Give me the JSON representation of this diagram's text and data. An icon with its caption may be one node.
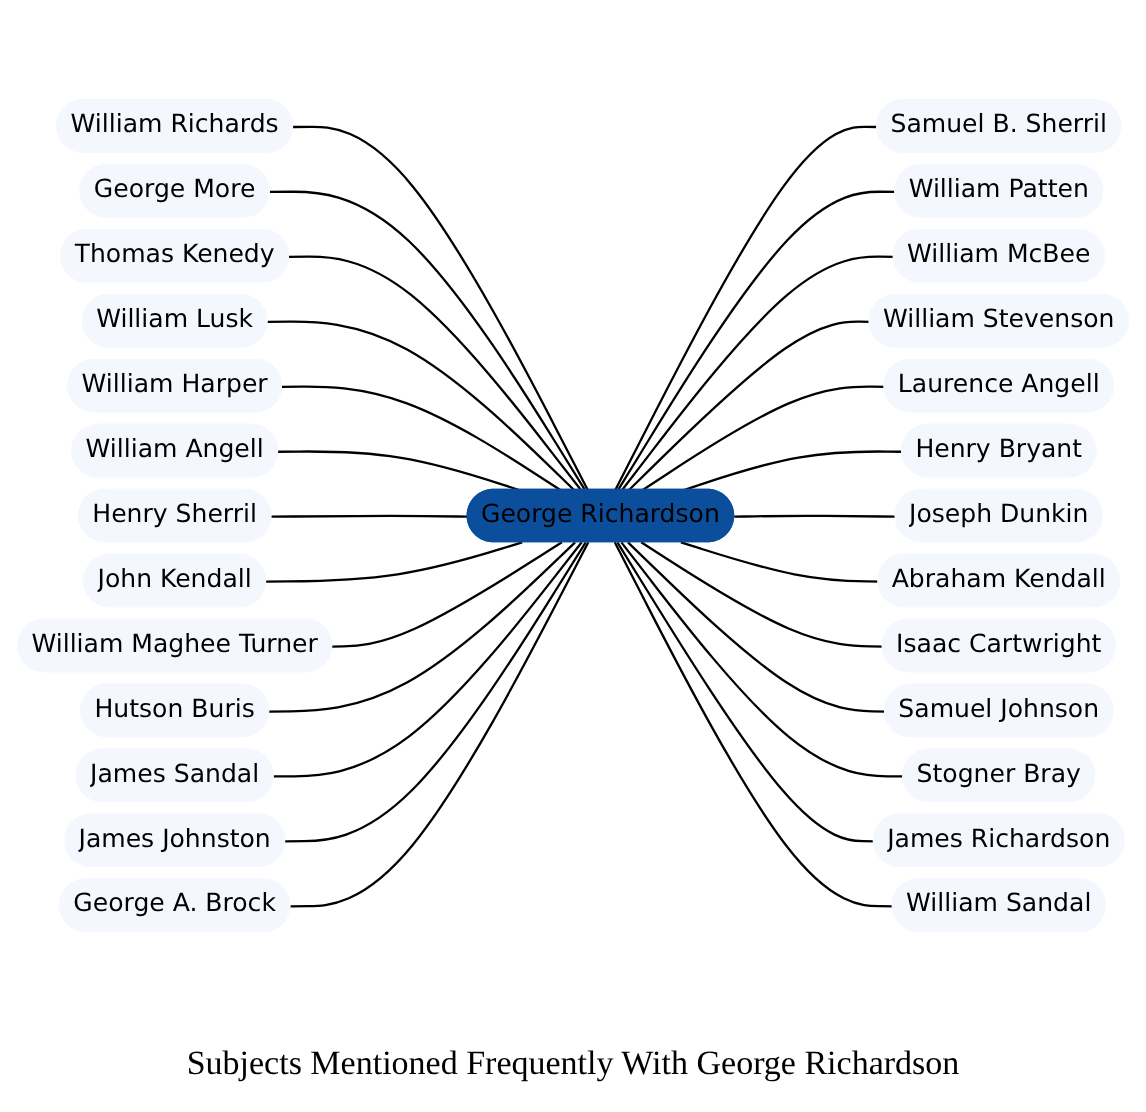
{
  "diagram": {
    "title": "Subjects Mentioned Frequently With George Richardson",
    "nodes": [
      {
        "text": [
          "William Richards"
        ]
      },
      {
        "text": [
          "Samuel B. Sherril"
        ]
      },
      {
        "text": [
          "George More"
        ]
      },
      {
        "text": [
          "William Patten"
        ]
      },
      {
        "text": [
          "Thomas Kenedy"
        ]
      },
      {
        "text": [
          "William McBee"
        ]
      },
      {
        "text": [
          "William Stevenson"
        ]
      },
      {
        "text": [
          "William Lusk"
        ]
      },
      {
        "text": [
          "William Harper"
        ]
      },
      {
        "text": [
          "Laurence Angell"
        ]
      },
      {
        "text": [
          "William Angell"
        ]
      },
      {
        "text": [
          "Henry Bryant"
        ]
      },
      {
        "text": [
          "Henry Sherril"
        ]
      },
      {
        "text": [
          "George Richardson"
        ]
      },
      {
        "text": [
          "Joseph Dunkin"
        ]
      },
      {
        "text": [
          "John Kendall"
        ]
      },
      {
        "text": [
          "Abraham Kendall"
        ]
      },
      {
        "text": [
          "William Maghee Turner"
        ]
      },
      {
        "text": [
          "Isaac Cartwright"
        ]
      },
      {
        "text": [
          "Samuel Johnson"
        ]
      },
      {
        "text": [
          "Hutson Buris"
        ]
      },
      {
        "text": [
          "James Sandal"
        ]
      },
      {
        "text": [
          "James Johnston"
        ]
      },
      {
        "text": [
          "Stogner Bray"
        ]
      },
      {
        "text": [
          "James Richardson"
        ]
      },
      {
        "text": [
          "George A. Brock"
        ]
      },
      {
        "text": [
          "William Sandal"
        ]
      }
    ],
    "edges": [
      {
        "from": 0,
        "to": 13,
        "arrow": "none"
      },
      {
        "from": 13,
        "to": 1,
        "arrow": "none"
      },
      {
        "from": 2,
        "to": 13,
        "arrow": "none"
      },
      {
        "from": 13,
        "to": 3,
        "arrow": "none"
      },
      {
        "from": 4,
        "to": 13,
        "arrow": "none"
      },
      {
        "from": 13,
        "to": 5,
        "arrow": "none"
      },
      {
        "from": 13,
        "to": 6,
        "arrow": "none"
      },
      {
        "from": 7,
        "to": 13,
        "arrow": "none"
      },
      {
        "from": 8,
        "to": 13,
        "arrow": "none"
      },
      {
        "from": 13,
        "to": 9,
        "arrow": "none"
      },
      {
        "from": 10,
        "to": 13,
        "arrow": "none"
      },
      {
        "from": 13,
        "to": 11,
        "arrow": "none"
      },
      {
        "from": 12,
        "to": 13,
        "arrow": "none"
      },
      {
        "from": 13,
        "to": 14,
        "arrow": "none"
      },
      {
        "from": 15,
        "to": 13,
        "arrow": "none"
      },
      {
        "from": 13,
        "to": 16,
        "arrow": "none"
      },
      {
        "from": 17,
        "to": 13,
        "arrow": "none"
      },
      {
        "from": 13,
        "to": 18,
        "arrow": "none"
      },
      {
        "from": 13,
        "to": 19,
        "arrow": "none"
      },
      {
        "from": 20,
        "to": 13,
        "arrow": "none"
      },
      {
        "from": 21,
        "to": 13,
        "arrow": "none"
      },
      {
        "from": 22,
        "to": 13,
        "arrow": "none"
      },
      {
        "from": 13,
        "to": 23,
        "arrow": "none"
      },
      {
        "from": 13,
        "to": 24,
        "arrow": "none"
      },
      {
        "from": 25,
        "to": 13,
        "arrow": "none"
      },
      {
        "from": 13,
        "to": 26,
        "arrow": "none"
      }
    ]
  }
}
